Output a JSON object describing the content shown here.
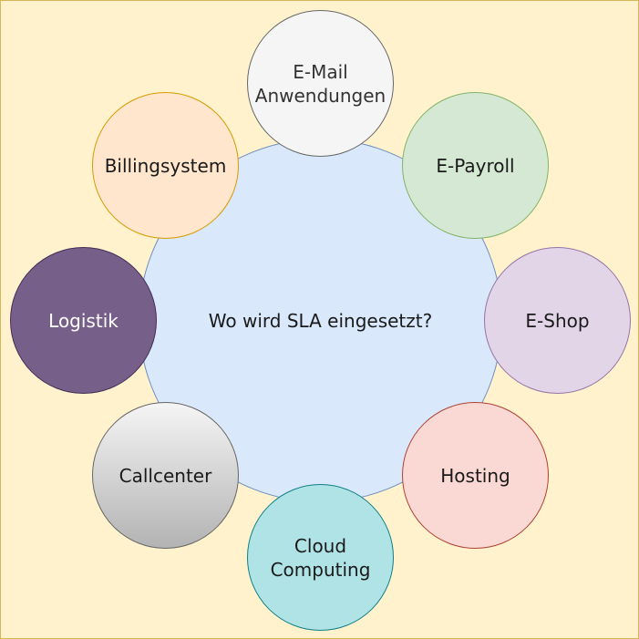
{
  "diagram": {
    "center": "Wo wird SLA eingesetzt?",
    "nodes": {
      "email": "E-Mail\nAnwendungen",
      "payroll": "E-Payroll",
      "eshop": "E-Shop",
      "hosting": "Hosting",
      "cloud": "Cloud\nComputing",
      "callcenter": "Callcenter",
      "logistik": "Logistik",
      "billing": "Billingsystem"
    },
    "colors": {
      "background": "#fff2cc",
      "center_fill": "#dae8fc",
      "email_fill": "#f5f5f5",
      "payroll_fill": "#d5e8d4",
      "eshop_fill": "#e1d5e7",
      "hosting_fill": "#fad9d5",
      "cloud_fill": "#b0e3e6",
      "callcenter_fill": "#e6e6e6",
      "logistik_fill": "#76608a",
      "billing_fill": "#ffe6cc"
    }
  }
}
